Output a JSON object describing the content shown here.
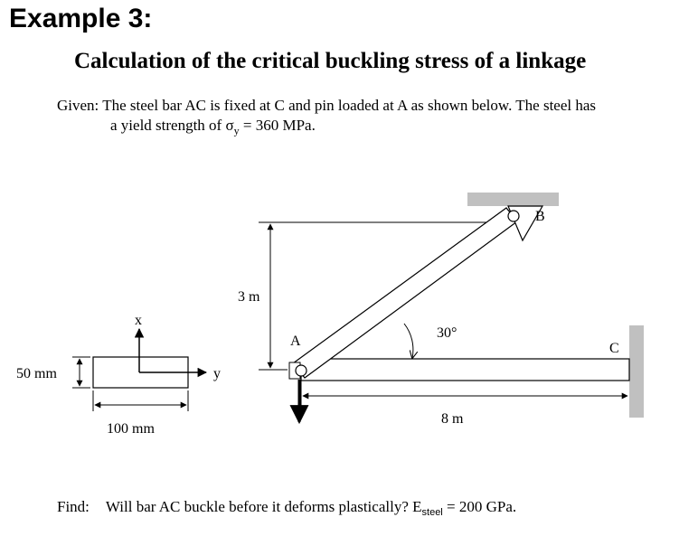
{
  "heading": "Example 3:",
  "subtitle": "Calculation of the critical buckling stress of a linkage",
  "given": {
    "label": "Given:",
    "line1": "The steel bar AC is fixed at C and pin loaded at A as shown below.  The steel has",
    "line2_prefix": "a yield strength of σ",
    "line2_sub": "y",
    "line2_suffix": " = 360 MPa."
  },
  "cross_section": {
    "x_axis": "x",
    "y_axis": "y",
    "height_label": "50 mm",
    "width_label": "100 mm"
  },
  "linkage": {
    "point_a": "A",
    "point_b": "B",
    "point_c": "C",
    "height_label": "3 m",
    "angle_label": "30°",
    "length_label": "8 m"
  },
  "find": {
    "label": "Find:",
    "question": "Will bar AC buckle before it deforms plastically? E",
    "e_sub": "steel",
    "e_value": " = 200 GPa."
  },
  "colors": {
    "support_gray": "#c0c0c0",
    "ink": "#000000"
  }
}
